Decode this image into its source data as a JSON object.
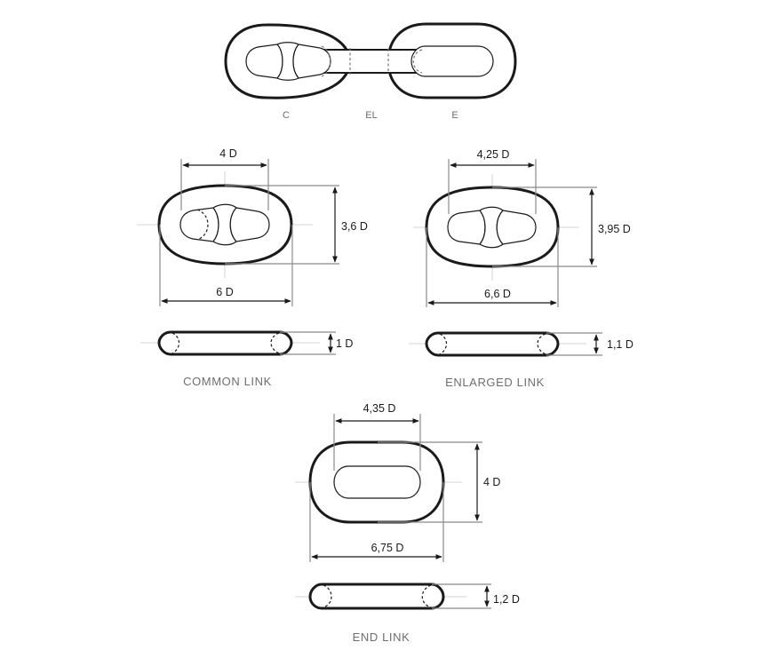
{
  "overview": {
    "labels": {
      "common": "C",
      "enlarged": "EL",
      "end": "E"
    }
  },
  "common_link": {
    "caption": "COMMON LINK",
    "inner_length": "4 D",
    "width": "3,6 D",
    "outer_length": "6 D",
    "thickness": "1 D"
  },
  "enlarged_link": {
    "caption": "ENLARGED LINK",
    "inner_length": "4,25 D",
    "width": "3,95 D",
    "outer_length": "6,6 D",
    "thickness": "1,1 D"
  },
  "end_link": {
    "caption": "END LINK",
    "inner_length": "4,35 D",
    "width": "4 D",
    "outer_length": "6,75 D",
    "thickness": "1,2 D"
  }
}
